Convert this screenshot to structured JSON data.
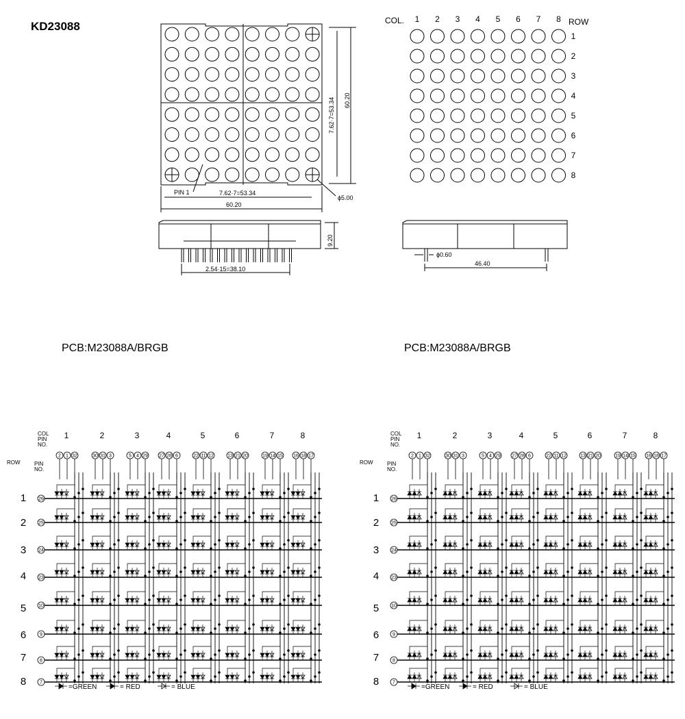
{
  "title": "KD23088",
  "pcb_label": "PCB:M23088A/BRGB",
  "dimensions": {
    "pitch": "7.62·7=53.34",
    "outer": "60.20",
    "hole": "ϕ5.00",
    "pin1": "PIN 1",
    "height": "9.20",
    "pin_span": "2.54·15=38.10",
    "pin_dia": "ϕ0.60",
    "pin_row": "46.40"
  },
  "matrix_labels": {
    "col": "COL.",
    "row": "ROW"
  },
  "columns": [
    "1",
    "2",
    "3",
    "4",
    "5",
    "6",
    "7",
    "8"
  ],
  "rows": [
    "1",
    "2",
    "3",
    "4",
    "5",
    "6",
    "7",
    "8"
  ],
  "schematic": {
    "col_header": "COL",
    "pin_header": "PIN",
    "no_header": "NO.",
    "row_header": "ROW",
    "col_pins": [
      [
        "2",
        "1",
        "32"
      ],
      [
        "30",
        "31",
        "3"
      ],
      [
        "5",
        "4",
        "29"
      ],
      [
        "27",
        "28",
        "6"
      ],
      [
        "22",
        "11",
        "12"
      ],
      [
        "13",
        "21",
        "20"
      ],
      [
        "19",
        "14",
        "15"
      ],
      [
        "16",
        "18",
        "17"
      ]
    ],
    "row_pins": [
      "26",
      "25",
      "24",
      "23",
      "10",
      "9",
      "8",
      "7"
    ]
  },
  "legend": [
    "=GREEN",
    "= RED",
    "= BLUE"
  ]
}
